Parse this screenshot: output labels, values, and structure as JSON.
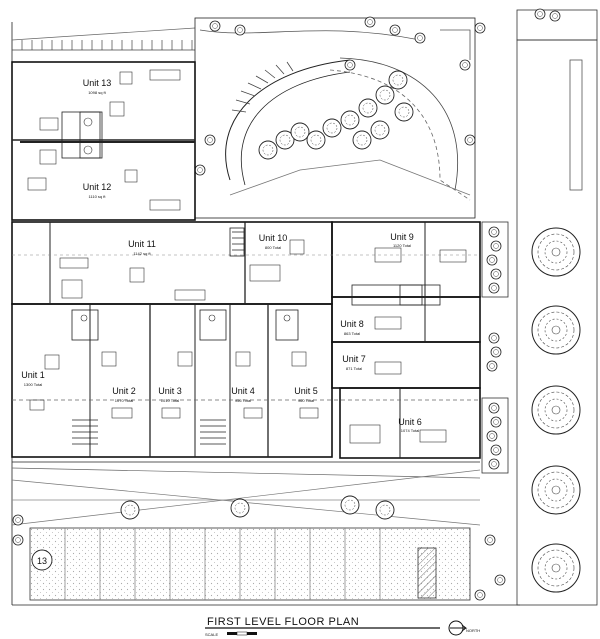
{
  "title": "FIRST LEVEL FLOOR PLAN",
  "scale_label": "SCALE",
  "north_label": "NORTH",
  "parking_number": "13",
  "units": [
    {
      "id": "u13",
      "name": "Unit 13",
      "area": "1098 sq ft"
    },
    {
      "id": "u12",
      "name": "Unit 12",
      "area": "1110 sq ft"
    },
    {
      "id": "u11",
      "name": "Unit 11",
      "area": "1142 sq ft"
    },
    {
      "id": "u10",
      "name": "Unit 10",
      "area": "800 Total"
    },
    {
      "id": "u9",
      "name": "Unit 9",
      "area": "1120 Total"
    },
    {
      "id": "u8",
      "name": "Unit 8",
      "area": "863 Total"
    },
    {
      "id": "u7",
      "name": "Unit 7",
      "area": "871 Total"
    },
    {
      "id": "u6",
      "name": "Unit 6",
      "area": "1074 Total"
    },
    {
      "id": "u1",
      "name": "Unit 1",
      "area": "1300 Total"
    },
    {
      "id": "u2",
      "name": "Unit 2",
      "area": "1070 Total"
    },
    {
      "id": "u3",
      "name": "Unit 3",
      "area": "1010 Total"
    },
    {
      "id": "u4",
      "name": "Unit 4",
      "area": "956 Total"
    },
    {
      "id": "u5",
      "name": "Unit 5",
      "area": "960 Total"
    }
  ],
  "colors": {
    "line": "#222222",
    "light": "#888888",
    "paving": "#bbbbbb"
  }
}
